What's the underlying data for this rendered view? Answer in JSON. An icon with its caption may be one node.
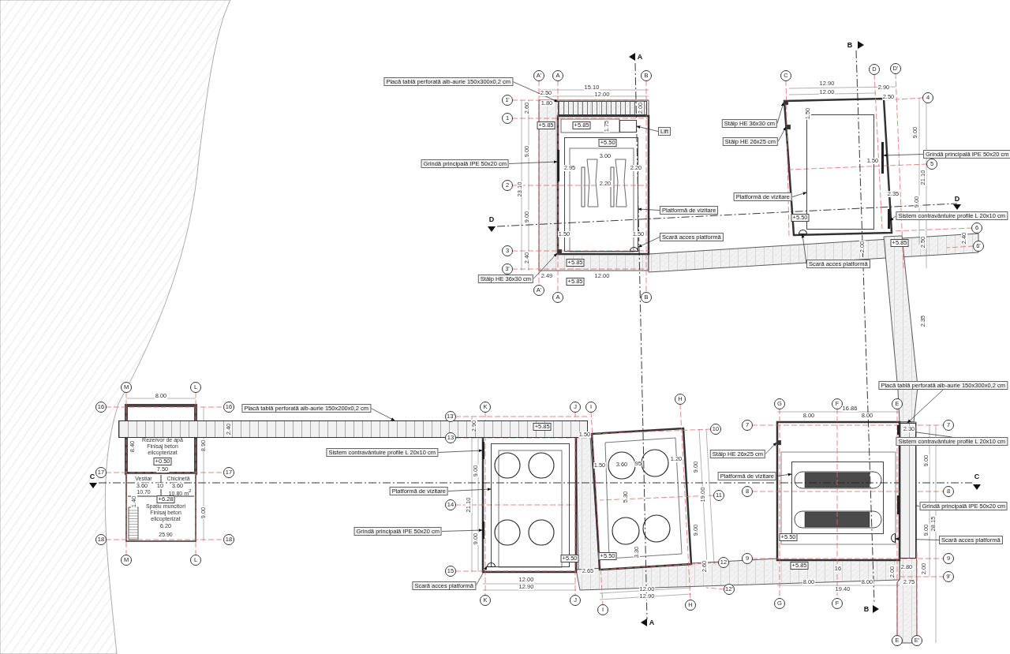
{
  "diagram": {
    "nodes": [
      {
        "text": [
          "Placă tablă perforată alb-aurie 150x300x0,2 cm"
        ]
      },
      {
        "text": [
          "A'"
        ]
      },
      {
        "text": [
          "A"
        ]
      },
      {
        "text": [
          "B"
        ]
      },
      {
        "text": [
          "1'"
        ]
      },
      {
        "text": [
          "1"
        ]
      },
      {
        "text": [
          "+5.85"
        ]
      },
      {
        "text": [
          "+5.85"
        ]
      },
      {
        "text": [
          "Lift"
        ]
      },
      {
        "text": [
          "+5.50"
        ],
        "in": 98
      },
      {
        "text": [
          "Grindă principală IPE 50x20 cm"
        ]
      },
      {
        "text": [
          "2"
        ]
      },
      {
        "text": [
          "Platformă de vizitare"
        ]
      },
      {
        "text": [
          "Scară acces platformă"
        ]
      },
      {
        "text": [
          "3"
        ]
      },
      {
        "text": [
          "+5.85"
        ]
      },
      {
        "text": [
          "3'"
        ]
      },
      {
        "text": [
          "Stâlp HE 36x30 cm"
        ]
      },
      {
        "text": [
          "+5.85"
        ]
      },
      {
        "text": [
          "A'"
        ]
      },
      {
        "text": [
          "A"
        ]
      },
      {
        "text": [
          "B"
        ]
      },
      {
        "text": [
          "C"
        ]
      },
      {
        "text": [
          "D"
        ]
      },
      {
        "text": [
          "D'"
        ]
      },
      {
        "text": [
          "4"
        ]
      },
      {
        "text": [
          "Stâlp HE 36x30 cm"
        ]
      },
      {
        "text": [
          "Stâlp HE 26x25 cm"
        ]
      },
      {
        "text": [
          "Grindă principală IPE 50x20 cm"
        ]
      },
      {
        "text": [
          "5"
        ]
      },
      {
        "text": [
          "Platformă de vizitare"
        ]
      },
      {
        "text": [
          "Sistem contravântuire profile L 20x10 cm"
        ]
      },
      {
        "text": [
          "6"
        ]
      },
      {
        "text": [
          "+5.85"
        ]
      },
      {
        "text": [
          "6'"
        ]
      },
      {
        "text": [
          "Scară acces platformă"
        ]
      },
      {
        "text": [
          "M"
        ]
      },
      {
        "text": [
          "L"
        ]
      },
      {
        "text": [
          "16"
        ]
      },
      {
        "text": [
          "16"
        ]
      },
      {
        "text": [
          "Placă tablă perforată alb-aurie 150x200x0,2 cm"
        ]
      },
      {
        "text": [
          "Placă tablă perforată alb-aurie 150x300x0,2 cm"
        ]
      },
      {
        "text": [
          "13'"
        ]
      },
      {
        "text": [
          "K"
        ]
      },
      {
        "text": [
          "J"
        ]
      },
      {
        "text": [
          "I"
        ]
      },
      {
        "text": [
          "H"
        ]
      },
      {
        "text": [
          "G"
        ]
      },
      {
        "text": [
          "F"
        ]
      },
      {
        "text": [
          "E"
        ]
      },
      {
        "text": [
          "+5.85"
        ],
        "in": 108
      },
      {
        "text": [
          "10"
        ]
      },
      {
        "text": [
          "7"
        ]
      },
      {
        "text": [
          "7"
        ]
      },
      {
        "text": [
          "13"
        ]
      },
      {
        "text": [
          "Sistem contravântuire profile L 20x10 cm"
        ]
      },
      {
        "text": [
          "Sistem contravântuire profile L 20x10 cm"
        ]
      },
      {
        "text": [
          "Stâlp HE 26x25 cm"
        ]
      },
      {
        "text": [
          "+0.50"
        ]
      },
      {
        "text": [
          "17"
        ]
      },
      {
        "text": [
          "17"
        ]
      },
      {
        "text": [
          "Platformă de vizitare"
        ]
      },
      {
        "text": [
          "Platformă de vizitare"
        ]
      },
      {
        "text": [
          "8"
        ]
      },
      {
        "text": [
          "8"
        ]
      },
      {
        "text": [
          "11"
        ]
      },
      {
        "text": [
          "+6.28"
        ]
      },
      {
        "text": [
          "14"
        ]
      },
      {
        "text": [
          "Grindă principală IPE 50x20 cm"
        ]
      },
      {
        "text": [
          "Grindă principală IPE 50x20 cm"
        ]
      },
      {
        "text": [
          "+5.50"
        ]
      },
      {
        "text": [
          "Scară acces platformă"
        ]
      },
      {
        "text": [
          "18"
        ]
      },
      {
        "text": [
          "18"
        ]
      },
      {
        "text": [
          "+5.50"
        ]
      },
      {
        "text": [
          "+5.50"
        ]
      },
      {
        "text": [
          "9"
        ]
      },
      {
        "text": [
          "9"
        ]
      },
      {
        "text": [
          "12"
        ]
      },
      {
        "text": [
          "+5.85"
        ]
      },
      {
        "text": [
          "15"
        ]
      },
      {
        "text": [
          "9'"
        ]
      },
      {
        "text": [
          "Scară acces platformă"
        ]
      },
      {
        "text": [
          "12'"
        ]
      },
      {
        "text": [
          "M"
        ]
      },
      {
        "text": [
          "L"
        ]
      },
      {
        "text": [
          "K"
        ]
      },
      {
        "text": [
          "J"
        ]
      },
      {
        "text": [
          "I"
        ]
      },
      {
        "text": [
          "G"
        ]
      },
      {
        "text": [
          "F"
        ]
      },
      {
        "text": [
          "H"
        ]
      },
      {
        "text": [
          "E"
        ]
      },
      {
        "text": [
          "E'"
        ]
      },
      {
        "text": [
          "+5.50"
        ]
      },
      {
        "text": [],
        "shape": "box"
      },
      {
        "text": [],
        "shape": "box"
      },
      {
        "text": [],
        "shape": "bar"
      },
      {
        "text": [],
        "shape": "box"
      },
      {
        "text": [],
        "shape": "circle",
        "in": 98
      },
      {
        "text": [],
        "shape": "box"
      },
      {
        "text": [],
        "shape": "box"
      },
      {
        "text": [],
        "shape": "box"
      },
      {
        "text": [],
        "shape": "bar"
      },
      {
        "text": [],
        "shape": "box"
      },
      {
        "text": [],
        "shape": "bar"
      },
      {
        "text": [],
        "shape": "circle"
      },
      {
        "text": [],
        "shape": "box"
      },
      {
        "text": [],
        "shape": "box"
      },
      {
        "text": [],
        "shape": "bar"
      },
      {
        "text": [],
        "shape": "bar"
      },
      {
        "text": [],
        "shape": "box"
      },
      {
        "text": [],
        "shape": "box"
      },
      {
        "text": [],
        "shape": "box"
      },
      {
        "text": [],
        "shape": "bar"
      },
      {
        "text": [],
        "shape": "bar"
      },
      {
        "text": [],
        "shape": "circle"
      },
      {
        "text": [],
        "shape": "circle"
      }
    ],
    "edges": [
      {
        "from": 0,
        "to": 95,
        "arrow": "to"
      },
      {
        "from": 8,
        "to": 96,
        "arrow": "to"
      },
      {
        "from": 10,
        "to": 97,
        "arrow": "to"
      },
      {
        "from": 12,
        "to": 98,
        "arrow": "to"
      },
      {
        "from": 13,
        "to": 99,
        "arrow": "to"
      },
      {
        "from": 17,
        "to": 100,
        "arrow": "to"
      },
      {
        "from": 26,
        "to": 101,
        "arrow": "to"
      },
      {
        "from": 27,
        "to": 102,
        "arrow": "to"
      },
      {
        "from": 28,
        "to": 103,
        "arrow": "to"
      },
      {
        "from": 30,
        "to": 104,
        "arrow": "to"
      },
      {
        "from": 31,
        "to": 105,
        "arrow": "to"
      },
      {
        "from": 35,
        "to": 106,
        "arrow": "to"
      },
      {
        "from": 41,
        "to": 107,
        "arrow": "to"
      },
      {
        "from": 40,
        "to": 108,
        "arrow": "to"
      },
      {
        "from": 55,
        "to": 109,
        "arrow": "to"
      },
      {
        "from": 56,
        "to": 110,
        "arrow": "to"
      },
      {
        "from": 57,
        "to": 111,
        "arrow": "to"
      },
      {
        "from": 61,
        "to": 112,
        "arrow": "to"
      },
      {
        "from": 62,
        "to": 113,
        "arrow": "to"
      },
      {
        "from": 68,
        "to": 114,
        "arrow": "to"
      },
      {
        "from": 69,
        "to": 115,
        "arrow": "to"
      },
      {
        "from": 71,
        "to": 116,
        "arrow": "to"
      },
      {
        "from": 82,
        "to": 117,
        "arrow": "to"
      }
    ],
    "labels": [
      "A",
      "B",
      "D",
      "D",
      "15.10",
      "2.50",
      "12.00",
      "1.80",
      "2.60",
      "2.00",
      "1.75",
      "9.00",
      "3.00",
      "2.95",
      "2.20",
      "23.10",
      "2.20",
      "9.00",
      "1.50",
      "1.50",
      "2.40",
      "2.49",
      "12.00",
      "12.90",
      "2.90",
      "12.00",
      "2.50",
      "1.50",
      "9.00",
      "1.50",
      "21.10",
      "2.35",
      "9.00",
      "2.00",
      "2.50",
      "2.40",
      "2.35",
      "8.00",
      "2.40",
      "8.40",
      "Rezervor de apă Finisaj beton elicopterizat",
      "8.90",
      "7.50",
      "C",
      "Vestiar",
      "Chicinetă",
      "3.60",
      "10",
      "3.60",
      "10.70",
      "10.80 m$^{2}$",
      "1.40",
      "Spațiu muncitori Finisaj beton elicopterizat",
      "9.00",
      "6.20",
      "25.90",
      "2.90",
      "1.50",
      "9.00",
      "21.10",
      "9.00",
      "2.65",
      "12.00",
      "12.90",
      "1.50",
      "3.60",
      "95",
      "1.20",
      "9.00",
      "5.30",
      "19.00",
      "9.00",
      "3.30",
      "2.60",
      "12.00",
      "12.90",
      "A",
      "16.86",
      "8.00",
      "8.00",
      "2.30",
      "9.00",
      "C",
      "9.00",
      "28.15",
      "16",
      "2.00",
      "2.80",
      "2.00",
      "8.00",
      "8.00",
      "2.75",
      "19.40",
      "B"
    ]
  }
}
